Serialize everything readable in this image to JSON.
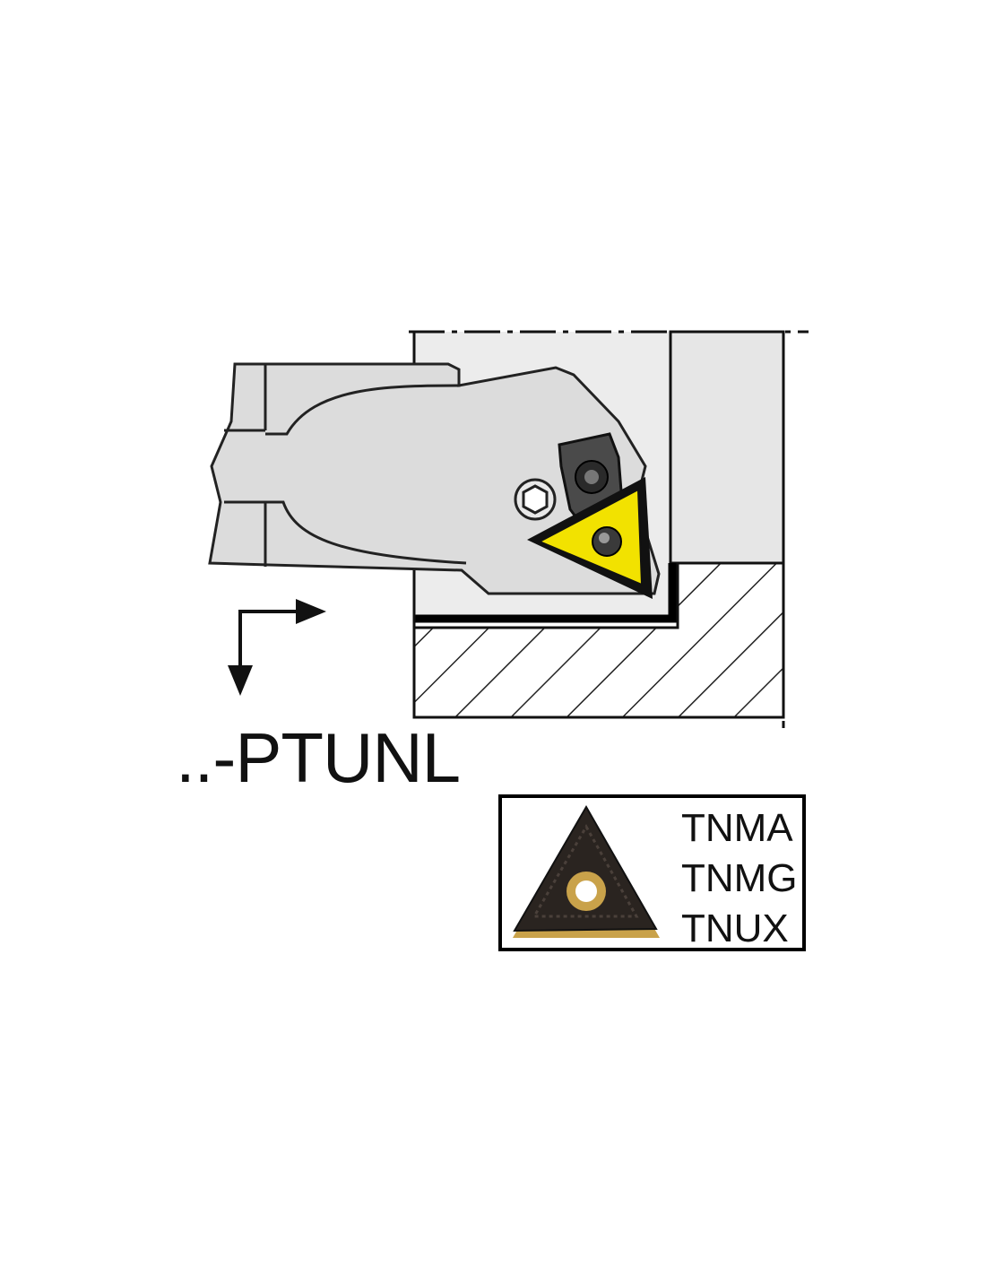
{
  "tool": {
    "code": "..-PTUNL"
  },
  "inserts": {
    "types": [
      "TNMA",
      "TNMG",
      "TNUX"
    ]
  },
  "colors": {
    "holder": "#dcdcdc",
    "outline": "#111111",
    "insert": "#f2e200",
    "workpiece_hatch": "#222222",
    "insert_photo": "#2a2420",
    "insert_gold": "#c9a24a"
  },
  "icons": {
    "feed": "feed-direction-arrows-icon",
    "screw": "hex-socket-screw-icon",
    "clamp": "clamp-icon",
    "insert": "triangular-insert-icon"
  }
}
